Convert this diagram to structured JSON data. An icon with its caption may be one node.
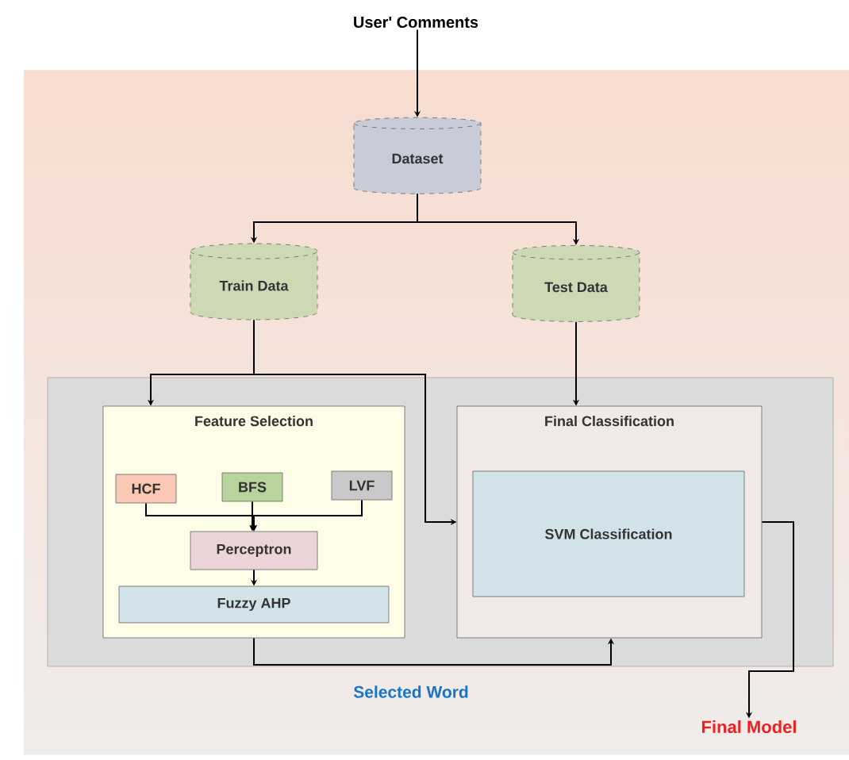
{
  "diagram": {
    "nodes": [
      {
        "text": [
          "User' Comments"
        ]
      },
      {
        "text": [
          "Dataset"
        ]
      },
      {
        "text": [
          "Train Data"
        ]
      },
      {
        "text": [
          "Test Data"
        ]
      },
      {
        "text": [
          "Feature Selection"
        ]
      },
      {
        "text": [
          "HCF"
        ],
        "in": 4
      },
      {
        "text": [
          "BFS"
        ],
        "in": 4
      },
      {
        "text": [
          "LVF"
        ],
        "in": 4
      },
      {
        "text": [
          "Perceptron"
        ],
        "in": 4
      },
      {
        "text": [
          "Fuzzy AHP"
        ],
        "in": 4
      },
      {
        "text": [
          "Final Classification"
        ]
      },
      {
        "text": [
          "SVM Classification"
        ],
        "in": 10
      },
      {
        "text": [
          "Final Model"
        ]
      }
    ],
    "edges": [
      {
        "from": 0,
        "to": 1,
        "arrow": "to"
      },
      {
        "from": 1,
        "to": 2,
        "arrow": "to"
      },
      {
        "from": 1,
        "to": 3,
        "arrow": "to"
      },
      {
        "from": 2,
        "to": 4,
        "arrow": "to"
      },
      {
        "from": 2,
        "to": 10,
        "arrow": "to"
      },
      {
        "from": 3,
        "to": 10,
        "arrow": "to"
      },
      {
        "from": 5,
        "to": 8,
        "arrow": "to"
      },
      {
        "from": 6,
        "to": 8,
        "arrow": "to"
      },
      {
        "from": 7,
        "to": 8,
        "arrow": "to"
      },
      {
        "from": 8,
        "to": 9,
        "arrow": "to"
      },
      {
        "from": 4,
        "to": 10,
        "arrow": "to",
        "label": "Selected Word"
      },
      {
        "from": 10,
        "to": 12,
        "arrow": "to"
      }
    ]
  }
}
